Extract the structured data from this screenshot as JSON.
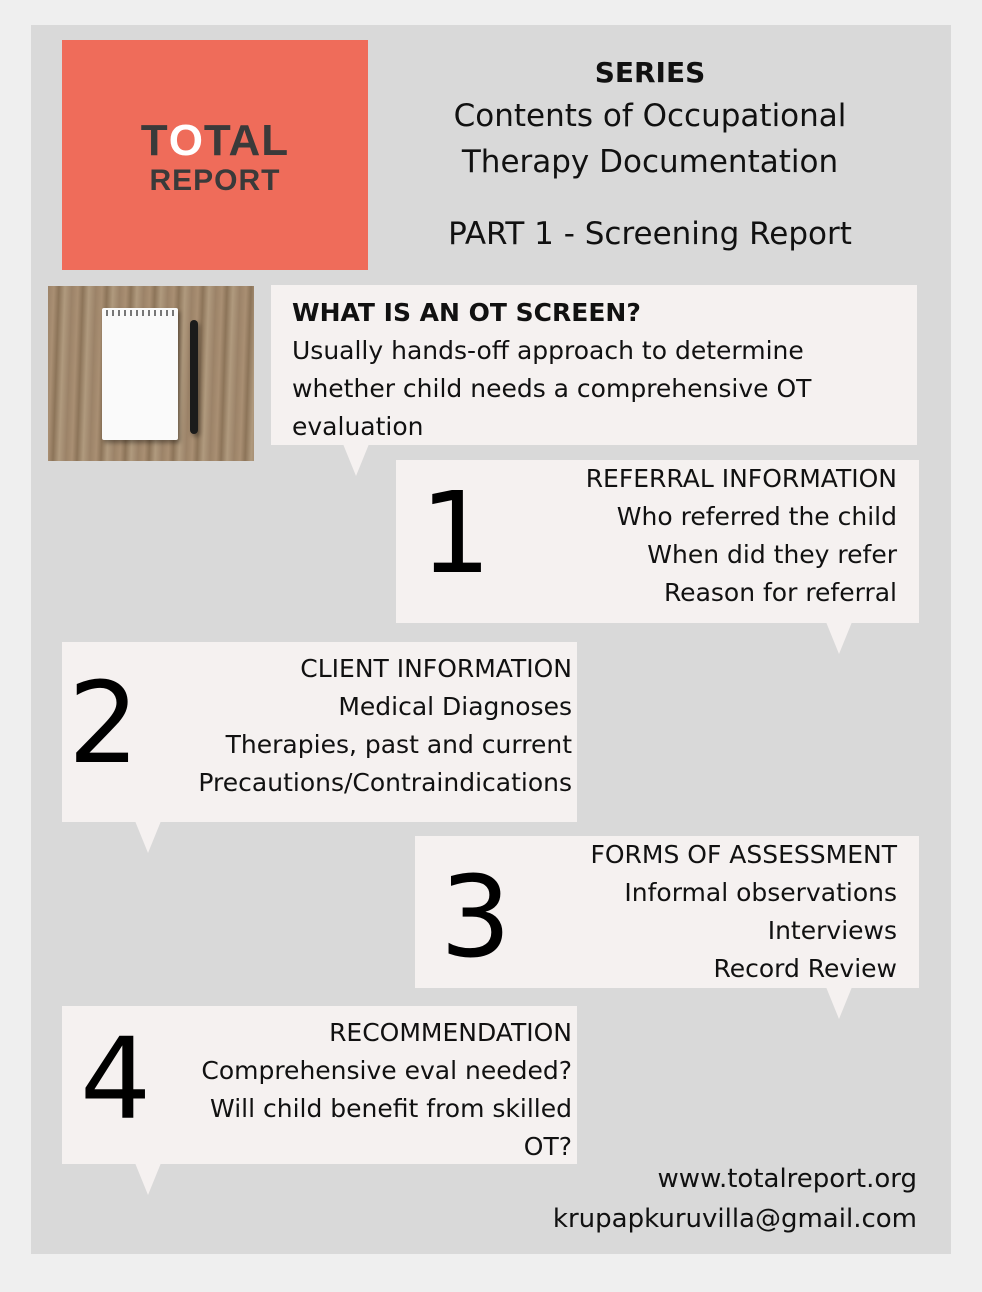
{
  "logo": {
    "line1_a": "T",
    "line1_o": "O",
    "line1_b": "TAL",
    "line2": "REPORT"
  },
  "header": {
    "series": "SERIES",
    "title_line1": "Contents of Occupational",
    "title_line2": "Therapy Documentation",
    "part": "PART 1 - Screening Report"
  },
  "intro": {
    "question": "WHAT IS AN OT SCREEN?",
    "lines": [
      "Usually hands-off approach to determine",
      "whether child needs a comprehensive OT",
      "evaluation"
    ]
  },
  "sections": [
    {
      "number": "1",
      "title": "REFERRAL INFORMATION",
      "items": [
        "Who referred the child",
        "When did they refer",
        "Reason for referral"
      ]
    },
    {
      "number": "2",
      "title": "CLIENT INFORMATION",
      "items": [
        "Medical Diagnoses",
        "Therapies, past and current",
        "Precautions/Contraindications"
      ]
    },
    {
      "number": "3",
      "title": "FORMS OF ASSESSMENT",
      "items": [
        "Informal observations",
        "Interviews",
        "Record Review"
      ]
    },
    {
      "number": "4",
      "title": "RECOMMENDATION",
      "items": [
        "Comprehensive eval needed?",
        "Will child benefit from skilled",
        "OT?"
      ]
    }
  ],
  "footer": {
    "website": "www.totalreport.org",
    "email": "krupapkuruvilla@gmail.com"
  }
}
